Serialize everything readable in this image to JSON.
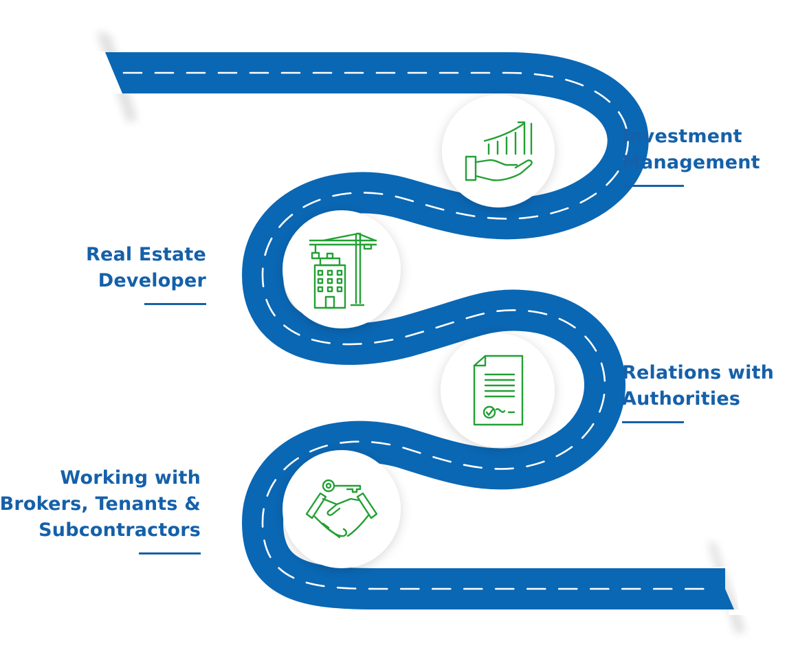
{
  "steps": [
    {
      "line1": "Investment",
      "line2": "Management",
      "icon": "hand-growth-chart-icon"
    },
    {
      "line1": "Real Estate",
      "line2": "Developer",
      "icon": "construction-crane-building-icon"
    },
    {
      "line1": "Relations with",
      "line2": "Authorities",
      "icon": "certified-document-icon"
    },
    {
      "line1": "Working with",
      "line2": "Brokers, Tenants &",
      "line3": "Subcontractors",
      "icon": "handshake-key-icon"
    }
  ],
  "colors": {
    "road": "#0a67b4",
    "road_dark": "#0a5aa0",
    "dash": "#ffffff",
    "label": "#1560a9",
    "icon": "#22a033",
    "icon_circle": "#ffffff"
  }
}
